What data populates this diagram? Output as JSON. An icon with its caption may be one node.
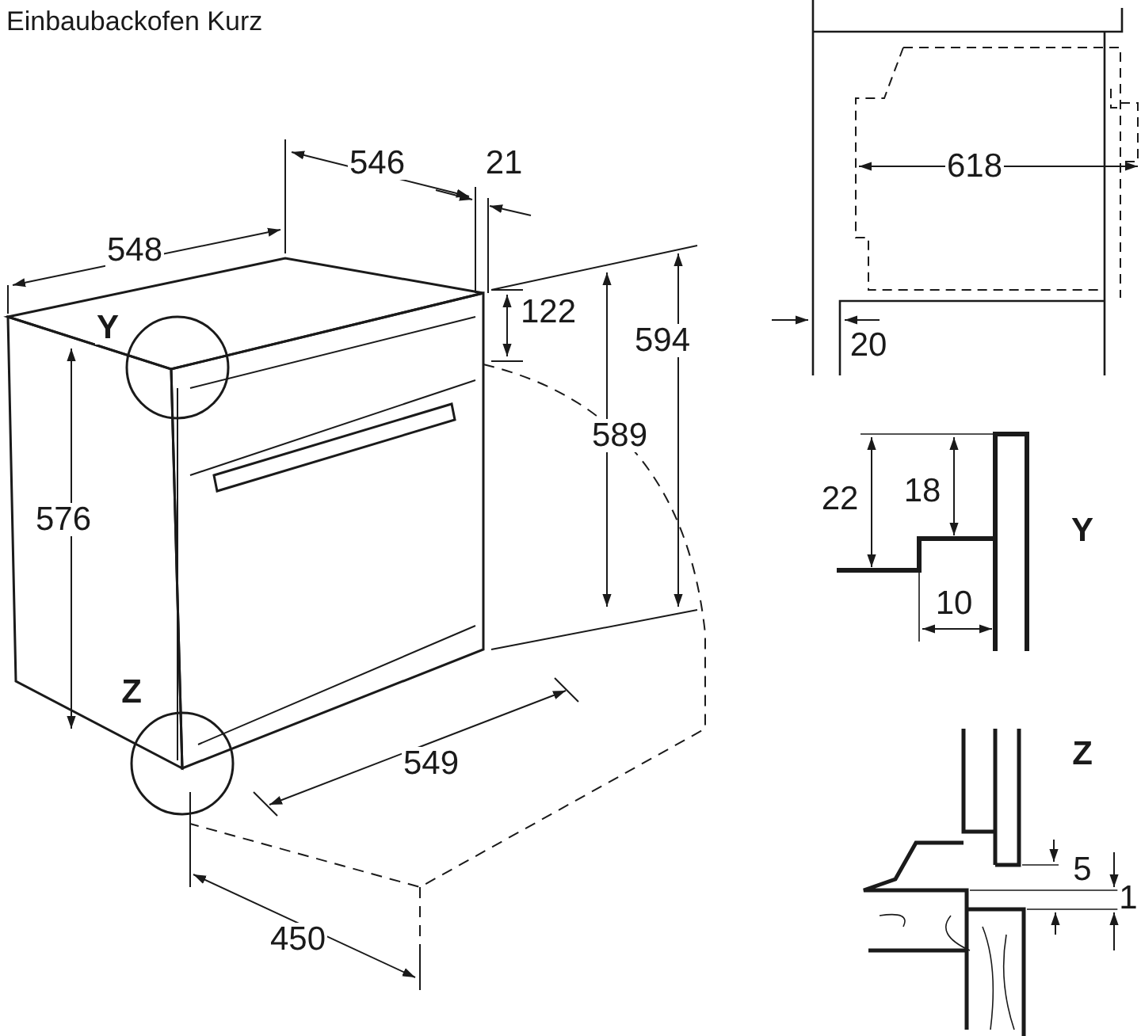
{
  "diagram": {
    "title": "Einbaubackofen Kurz",
    "labels": [
      "546",
      "21",
      "548",
      "Y",
      "122",
      "594",
      "589",
      "576",
      "Z",
      "549",
      "450",
      "618",
      "20",
      "22",
      "18",
      "Y",
      "10",
      "Z",
      "5",
      "1"
    ]
  }
}
